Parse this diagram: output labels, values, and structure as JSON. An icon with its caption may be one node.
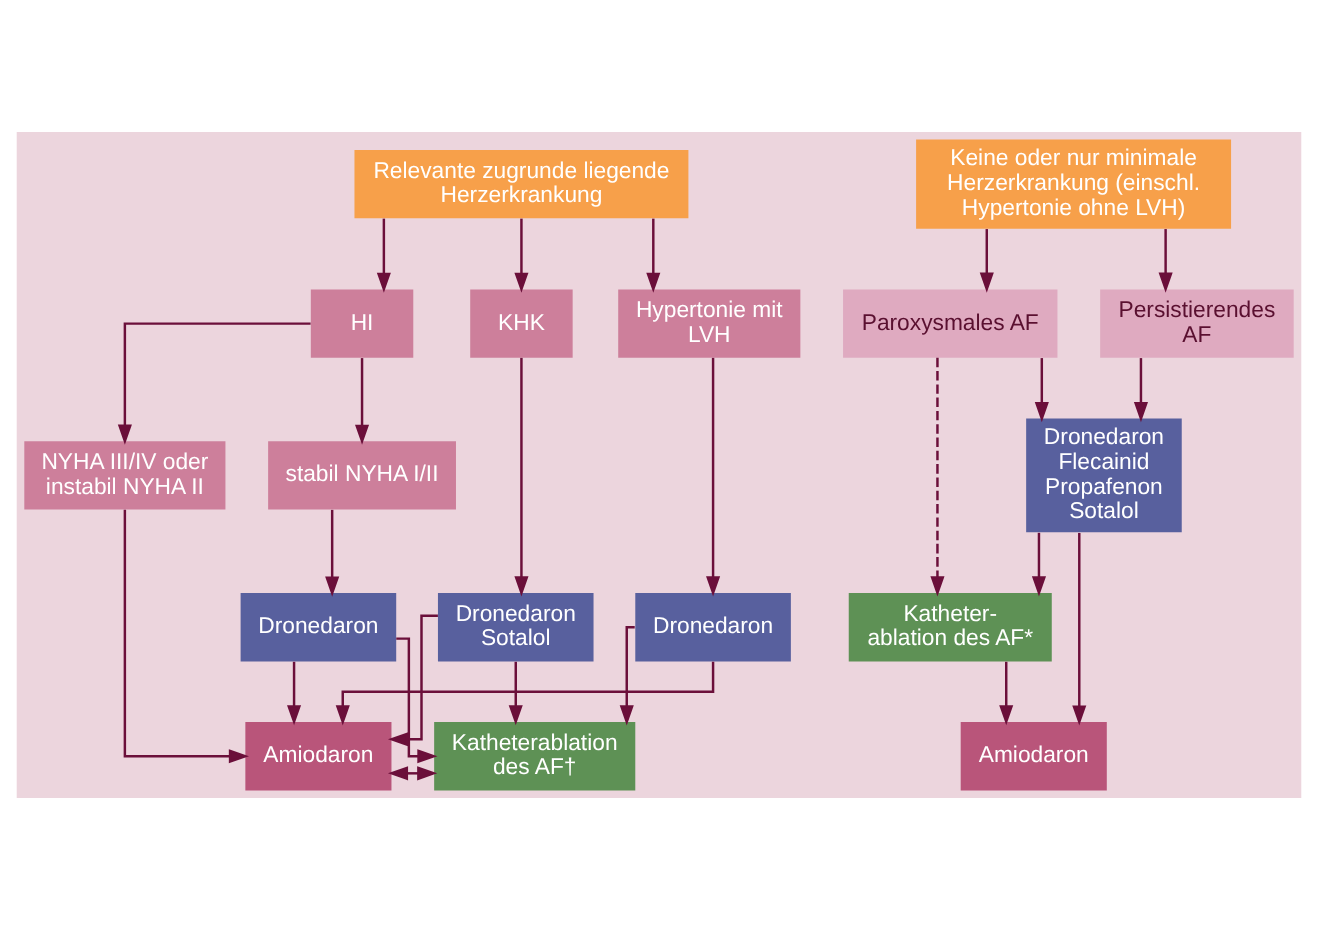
{
  "diagram": {
    "nodes": [
      {
        "text": [
          "Relevante zugrunde liegende Herzerkrankung"
        ]
      },
      {
        "text": [
          "Keine oder nur minimale Herzerkrankung (einschl. Hypertonie ohne LVH)"
        ]
      },
      {
        "text": [
          "HI"
        ]
      },
      {
        "text": [
          "KHK"
        ]
      },
      {
        "text": [
          "Hypertonie mit LVH"
        ]
      },
      {
        "text": [
          "Paroxysmales AF"
        ]
      },
      {
        "text": [
          "Persistierendes AF"
        ]
      },
      {
        "text": [
          "NYHA III/IV oder instabil NYHA II"
        ]
      },
      {
        "text": [
          "stabil NYHA I/II"
        ]
      },
      {
        "text": [
          "Dronedaron"
        ]
      },
      {
        "text": [
          "Dronedaron Sotalol"
        ]
      },
      {
        "text": [
          "Dronedaron"
        ]
      },
      {
        "text": [
          "Katheter- ablation des AF*"
        ]
      },
      {
        "text": [
          "Dronedaron Flecainid Propafenon Sotalol"
        ]
      },
      {
        "text": [
          "Amiodaron"
        ]
      },
      {
        "text": [
          "Katheterablation des AF†"
        ]
      },
      {
        "text": [
          "Amiodaron"
        ]
      }
    ],
    "edges": [
      {
        "from": 0,
        "to": 2,
        "arrow": "to"
      },
      {
        "from": 0,
        "to": 3,
        "arrow": "to"
      },
      {
        "from": 0,
        "to": 4,
        "arrow": "to"
      },
      {
        "from": 1,
        "to": 5,
        "arrow": "to"
      },
      {
        "from": 1,
        "to": 6,
        "arrow": "to"
      },
      {
        "from": 2,
        "to": 7,
        "arrow": "to"
      },
      {
        "from": 2,
        "to": 8,
        "arrow": "to"
      },
      {
        "from": 8,
        "to": 9,
        "arrow": "to"
      },
      {
        "from": 3,
        "to": 10,
        "arrow": "to"
      },
      {
        "from": 4,
        "to": 11,
        "arrow": "to"
      },
      {
        "from": 5,
        "to": 13,
        "arrow": "to"
      },
      {
        "from": 6,
        "to": 13,
        "arrow": "to"
      },
      {
        "from": 5,
        "to": 12,
        "arrow": "to",
        "style": "dashed"
      },
      {
        "from": 13,
        "to": 12,
        "arrow": "to"
      },
      {
        "from": 7,
        "to": 14,
        "arrow": "to"
      },
      {
        "from": 9,
        "to": 14,
        "arrow": "to"
      },
      {
        "from": 9,
        "to": 15,
        "arrow": "to"
      },
      {
        "from": 10,
        "to": 14,
        "arrow": "to"
      },
      {
        "from": 10,
        "to": 15,
        "arrow": "to"
      },
      {
        "from": 11,
        "to": 14,
        "arrow": "to"
      },
      {
        "from": 11,
        "to": 15,
        "arrow": "to"
      },
      {
        "from": 14,
        "to": 15,
        "arrow": "both"
      },
      {
        "from": 12,
        "to": 16,
        "arrow": "to"
      },
      {
        "from": 13,
        "to": 16,
        "arrow": "to"
      }
    ]
  }
}
